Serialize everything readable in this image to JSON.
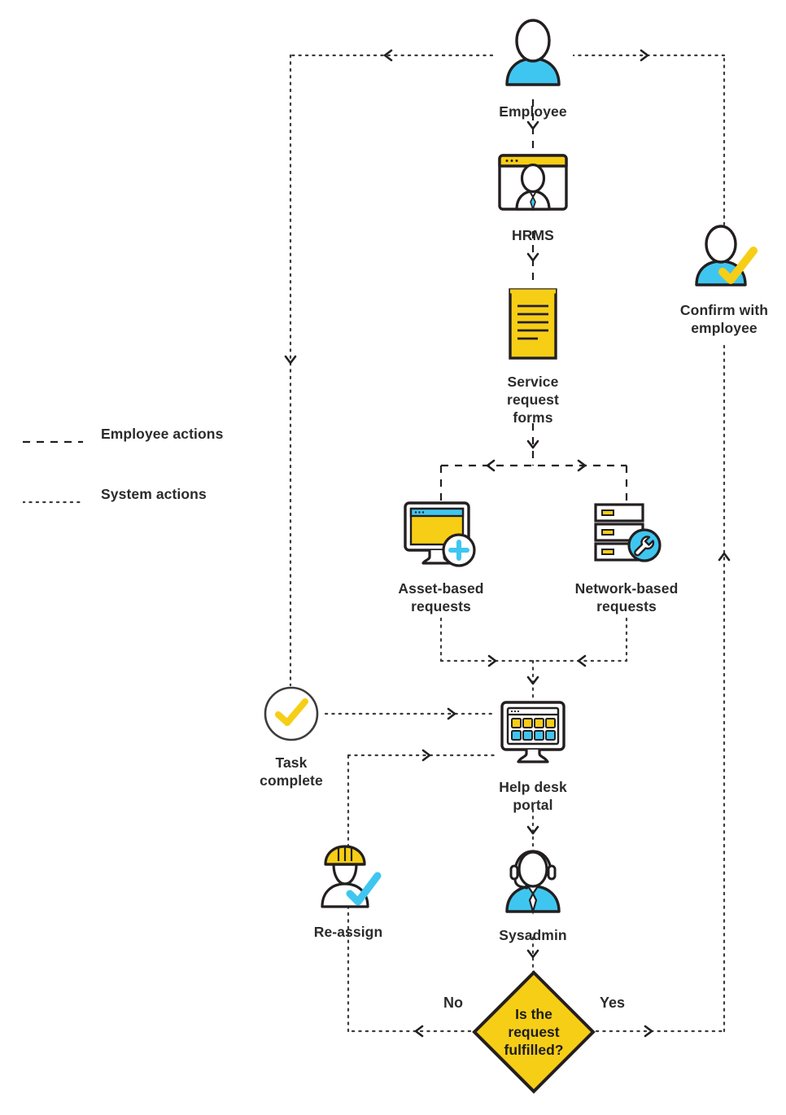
{
  "diagram": {
    "title": "IT service request workflow",
    "colors": {
      "yellow": "#F7CE16",
      "yellow_dark": "#F5C518",
      "cyan": "#3FC6F0",
      "outline": "#231f20",
      "text": "#2b2b2b"
    }
  },
  "legend": {
    "items": [
      {
        "label": "Employee actions",
        "style": "dashed",
        "icon": "dashed-line-icon"
      },
      {
        "label": "System actions",
        "style": "dotted",
        "icon": "dotted-line-icon"
      }
    ]
  },
  "nodes": [
    {
      "id": "employee",
      "label": "Employee",
      "icon": "employee-icon"
    },
    {
      "id": "hrms",
      "label": "HRMS",
      "icon": "hrms-browser-icon"
    },
    {
      "id": "forms",
      "label": "Service\nrequest\nforms",
      "icon": "document-icon"
    },
    {
      "id": "asset",
      "label": "Asset-based\nrequests",
      "icon": "monitor-plus-icon"
    },
    {
      "id": "network",
      "label": "Network-based\nrequests",
      "icon": "server-wrench-icon"
    },
    {
      "id": "portal",
      "label": "Help desk\nportal",
      "icon": "monitor-tiles-icon"
    },
    {
      "id": "taskdone",
      "label": "Task\ncomplete",
      "icon": "check-circle-icon"
    },
    {
      "id": "reassign",
      "label": "Re-assign",
      "icon": "hardhat-check-icon"
    },
    {
      "id": "sysadmin",
      "label": "Sysadmin",
      "icon": "headset-person-icon"
    },
    {
      "id": "confirm",
      "label": "Confirm with\nemployee",
      "icon": "person-check-icon"
    }
  ],
  "decision": {
    "id": "fulfilled",
    "text": "Is the\nrequest\nfulfilled?",
    "branches": [
      {
        "label": "No",
        "side": "left"
      },
      {
        "label": "Yes",
        "side": "right"
      }
    ]
  }
}
